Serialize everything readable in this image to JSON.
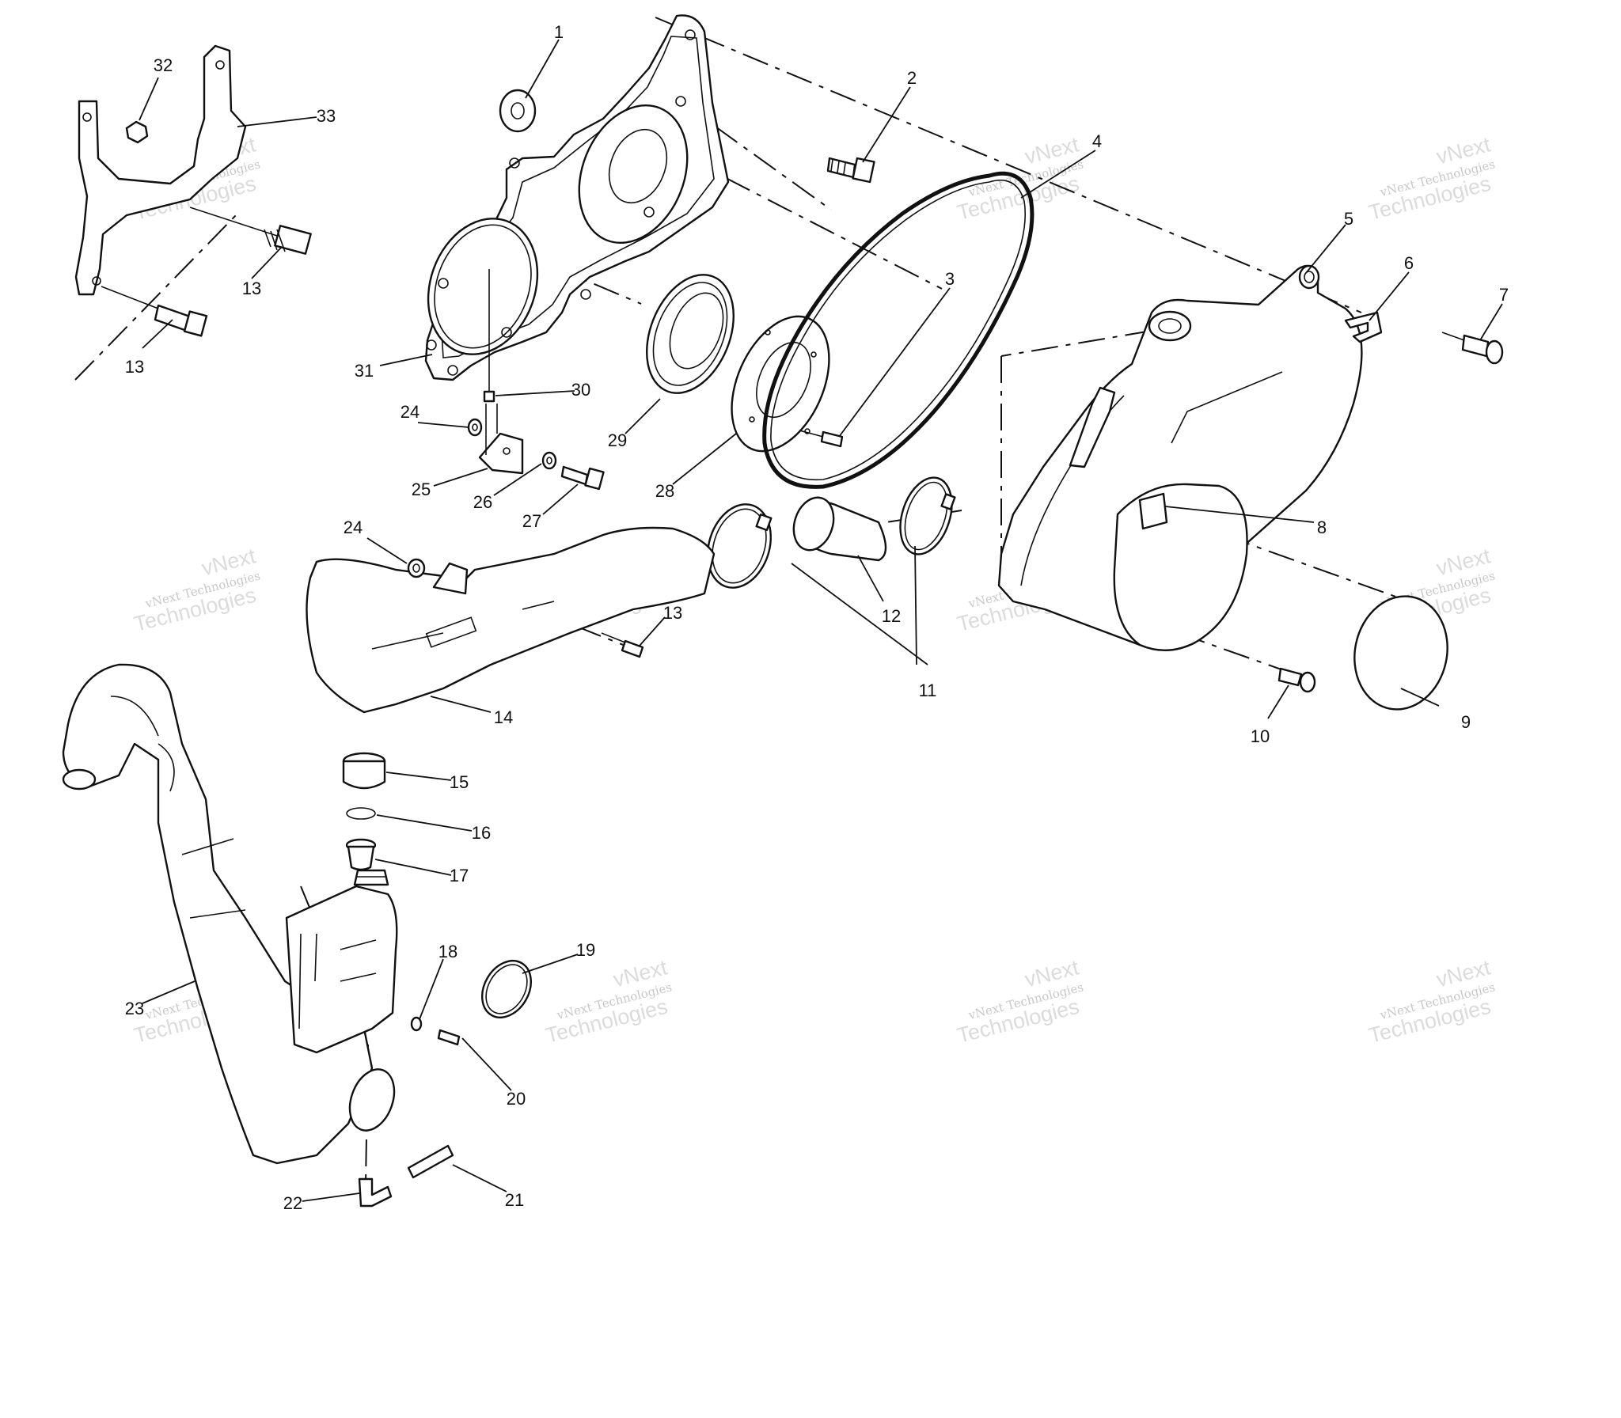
{
  "diagram": {
    "type": "exploded parts diagram",
    "watermark": {
      "brand_short": "vNext",
      "brand_full": "vNext Technologies",
      "brand_word": "Technologies"
    },
    "callouts": [
      "1",
      "2",
      "3",
      "4",
      "5",
      "6",
      "7",
      "8",
      "9",
      "10",
      "11",
      "12",
      "13",
      "13",
      "13",
      "14",
      "15",
      "16",
      "17",
      "18",
      "19",
      "20",
      "21",
      "22",
      "23",
      "24",
      "24",
      "25",
      "26",
      "27",
      "28",
      "29",
      "30",
      "31",
      "32",
      "33"
    ]
  }
}
